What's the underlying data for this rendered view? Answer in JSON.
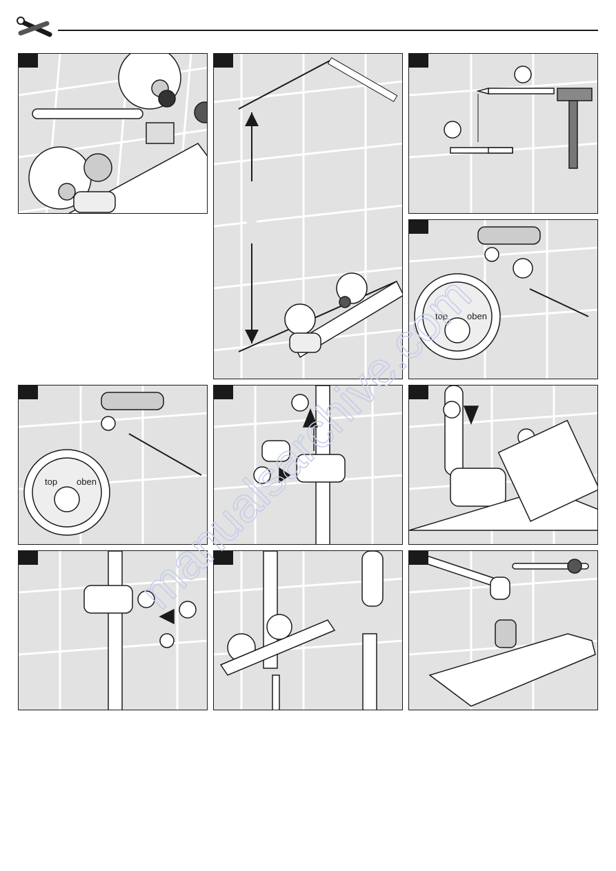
{
  "header": {
    "icon": "wrench-screwdriver-icon"
  },
  "panels": [
    {
      "id": "p1",
      "icon": "wrench-icon"
    },
    {
      "id": "p2",
      "icon": "pencil-icon"
    },
    {
      "id": "p3",
      "icon": "hammer-icon"
    },
    {
      "id": "p4",
      "label_top": "top",
      "label_oben": "oben"
    },
    {
      "id": "p5",
      "label_top": "top",
      "label_oben": "oben"
    },
    {
      "id": "p6",
      "icon": "arrow-icon"
    },
    {
      "id": "p7",
      "icon": "arrow-down-icon"
    },
    {
      "id": "p8",
      "icon": "arrow-icon"
    },
    {
      "id": "p9",
      "icon": "hand-shower-icon"
    },
    {
      "id": "p10",
      "icon": "wrench-icon"
    }
  ],
  "watermark": {
    "text": "manualsarchive.com"
  },
  "colors": {
    "tile": "#e2e2e2",
    "grout": "#ffffff",
    "ink": "#1a1a1a",
    "watermark": "#c4cbea"
  }
}
